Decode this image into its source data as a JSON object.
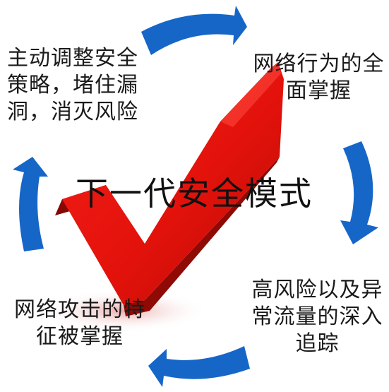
{
  "diagram": {
    "center_title": "下一代安全模式",
    "steps": {
      "top_left": [
        "主动调整安全",
        "策略，堵住漏",
        "洞，消灭风险"
      ],
      "top_right": [
        "网络行为的全",
        "面掌握"
      ],
      "bottom_right": [
        "高风险以及异",
        "常流量的深入",
        "追踪"
      ],
      "bottom_left": [
        "网络攻击的特",
        "征被掌握"
      ]
    },
    "icons": {
      "center": "red-checkmark-icon",
      "arrows": [
        "cycle-arrow-top-icon",
        "cycle-arrow-right-icon",
        "cycle-arrow-bottom-icon",
        "cycle-arrow-left-icon"
      ]
    },
    "colors": {
      "arrow": "#1666c8",
      "check": "#e3120b",
      "check_dark": "#9e0a06",
      "text": "#1a1a1a"
    }
  }
}
